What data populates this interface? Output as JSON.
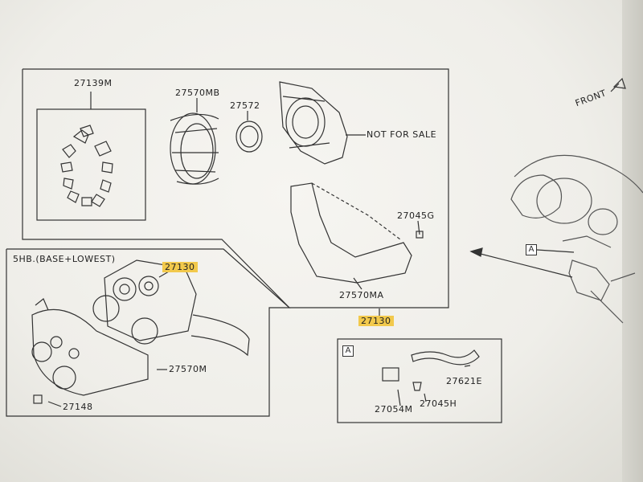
{
  "labels": {
    "p27139M": "27139M",
    "p27570MB": "27570MB",
    "p27572": "27572",
    "not_for_sale": "NOT FOR SALE",
    "p27045G": "27045G",
    "p27570MA": "27570MA",
    "p27130_bottom": "27130",
    "variant": "5HB.(BASE+LOWEST)",
    "p27130_inner": "27130",
    "p27570M": "27570M",
    "p27148": "27148",
    "detail_a": "A",
    "p27621E": "27621E",
    "p27054M": "27054M",
    "p27045H": "27045H",
    "front": "FRONT",
    "callout_a": "A"
  },
  "colors": {
    "highlight": "#f2c94c",
    "line": "#333333"
  }
}
